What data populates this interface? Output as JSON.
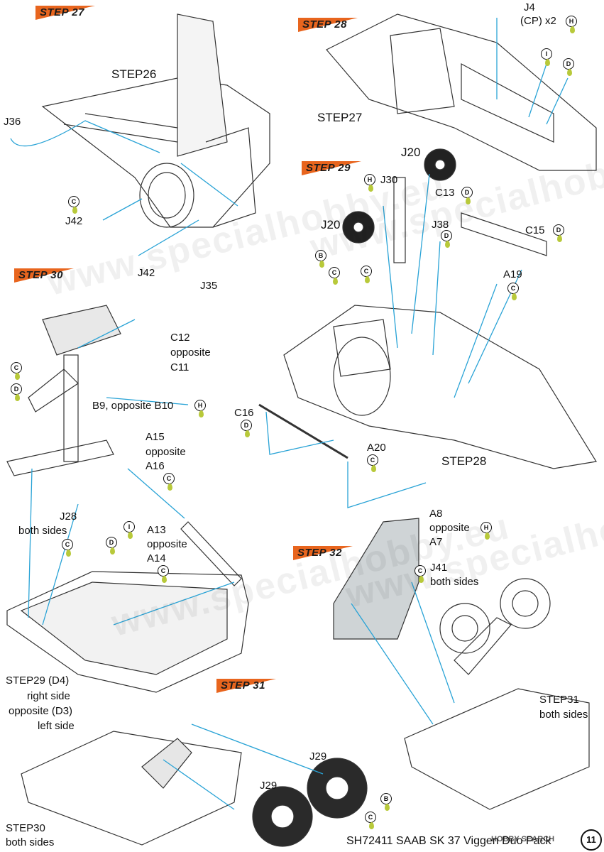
{
  "steps": {
    "s27": "STEP 27",
    "s28": "STEP 28",
    "s29": "STEP 29",
    "s30": "STEP 30",
    "s31": "STEP 31",
    "s32": "STEP 32"
  },
  "labels": {
    "step26": "STEP26",
    "j36": "J36",
    "j42a": "J42",
    "j42b": "J42",
    "j35": "J35",
    "j4_line1": "J4",
    "j4_line2": "(CP) x2",
    "step27": "STEP27",
    "j20a": "J20",
    "j30": "J30",
    "c13": "C13",
    "c15": "C15",
    "j20b": "J20",
    "j38": "J38",
    "a19": "A19",
    "c16": "C16",
    "a20": "A20",
    "step28": "STEP28",
    "c12_1": "C12",
    "c12_2": "opposite",
    "c12_3": "C11",
    "b9": "B9, opposite B10",
    "a15_1": "A15",
    "a15_2": "opposite",
    "a15_3": "A16",
    "j28_1": "J28",
    "j28_2": "both sides",
    "a13_1": "A13",
    "a13_2": "opposite",
    "a13_3": "A14",
    "step29d4_1": "STEP29 (D4)",
    "step29d4_2": "right side",
    "step29d4_3": "opposite (D3)",
    "step29d4_4": "left side",
    "a8_1": "A8",
    "a8_2": "opposite",
    "a8_3": "A7",
    "j41_1": "J41",
    "j41_2": "both sides",
    "step31_1": "STEP31",
    "step31_2": "both sides",
    "j29a": "J29",
    "j29b": "J29",
    "step30_1": "STEP30",
    "step30_2": "both sides"
  },
  "paints": [
    "H",
    "I",
    "D",
    "C",
    "H",
    "D",
    "D",
    "B",
    "C",
    "C",
    "D",
    "C",
    "D",
    "C",
    "H",
    "C",
    "C",
    "I",
    "D",
    "C",
    "C",
    "D",
    "H",
    "C",
    "B",
    "C"
  ],
  "watermark": "www.specialhobby.eu",
  "footer": "SH72411 SAAB SK 37 Viggen Duo Pack",
  "page_number": "11",
  "brand": "HOBBY SEARCH",
  "colors": {
    "banner": "#e8651e",
    "leader": "#29a3d6",
    "paint_green": "#a7c43a",
    "line": "#333333"
  }
}
